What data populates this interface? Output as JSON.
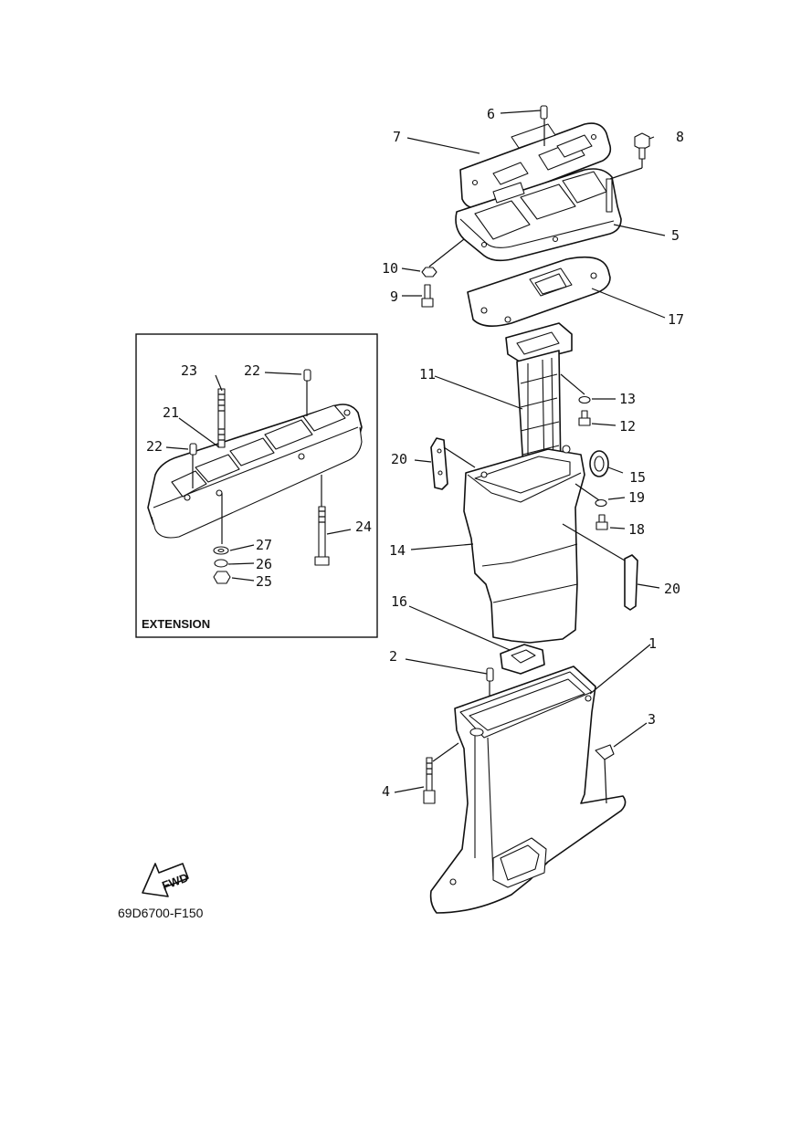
{
  "inset": {
    "title": "EXTENSION"
  },
  "figure_code": "69D6700-F150",
  "fwd_label": "FWD",
  "callouts": [
    "1",
    "2",
    "3",
    "4",
    "5",
    "6",
    "7",
    "8",
    "9",
    "10",
    "11",
    "12",
    "13",
    "14",
    "15",
    "16",
    "17",
    "18",
    "19",
    "20",
    "20",
    "21",
    "22",
    "22",
    "23",
    "24",
    "25",
    "26",
    "27"
  ]
}
